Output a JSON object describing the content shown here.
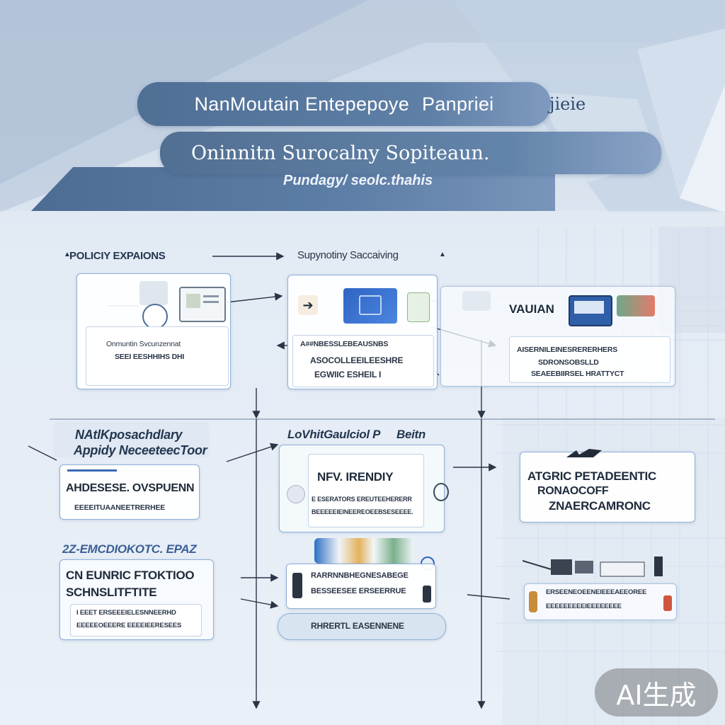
{
  "header": {
    "title": "NanMoutain Entepepoye",
    "title_suffix": "Panpriei",
    "title_tail": "jieie",
    "subtitle": "Oninnitn Surocalny Sopiteaun.",
    "tagline": "Pundagy/ seolc.thahis"
  },
  "policy_block": {
    "heading": "POLICIY EXPAIONS",
    "line1": "Onmuntin Svcunzennat",
    "line2": "SEEI EESHHIHS DHI"
  },
  "supply_block": {
    "heading": "Supynotiny Saccaiving",
    "line1": "A##NBESSLEBEAUSNBS",
    "line2": "ASOCOLLEEILEESHRE",
    "line3": "EGWIIC ESHEIL I"
  },
  "vaulan_block": {
    "heading": "VAUIAN",
    "line1": "AISERNILEINESRERERHERS",
    "line2": "SDRONSOBSLLD",
    "line3": "SEAEEBIIRSEL HRATTYCT"
  },
  "application_block": {
    "heading_line1": "NAtlKposachdlary",
    "heading_line2": "Appidy NeceeteecToor",
    "label": "AHDESESE. OVSPUENN",
    "line1": "EEEEITUAANEETRERHEE"
  },
  "lovit_block": {
    "heading": "LoVhitGaulciol P",
    "heading_suffix": "Beitn",
    "label": "NFV. IRENDIY",
    "line1": "E ESERATORS EREUTEEHERERR",
    "line2": "BEEEEEIEINEEREOEEBSESEEEE."
  },
  "atgric_block": {
    "line1": "ATGRIC PETADEENTIC",
    "line2": "RONAOCOFF",
    "line3": "ZNAERCAMRONC"
  },
  "zz_block": {
    "heading": "2Z-EMCDIOKOTC. EPAZ",
    "title_line1": "CN EUNRIC FTOKTIOO",
    "title_line2": "SCHNSLITFTITE",
    "line1": "I EEET ERSEEEIELESNNEERHD",
    "line2": "EEEEEOEEERE EEEEIEERESEES"
  },
  "bottom_center_block": {
    "line1": "RARRNNBHEGNESABEGE",
    "line2": "BESSEESEE ERSEERRUE",
    "footer": "RHRERTL EASENNENE"
  },
  "bottom_right_block": {
    "line1": "ERSEENEOEENEIEEEAEEOREE",
    "line2": "EEEEEEEEEIEEEEEEEE"
  },
  "badge": {
    "text": "AI生成"
  },
  "colors": {
    "banner": "#5e7fa6",
    "card_border": "#8fb0d8",
    "ink": "#24374f"
  }
}
